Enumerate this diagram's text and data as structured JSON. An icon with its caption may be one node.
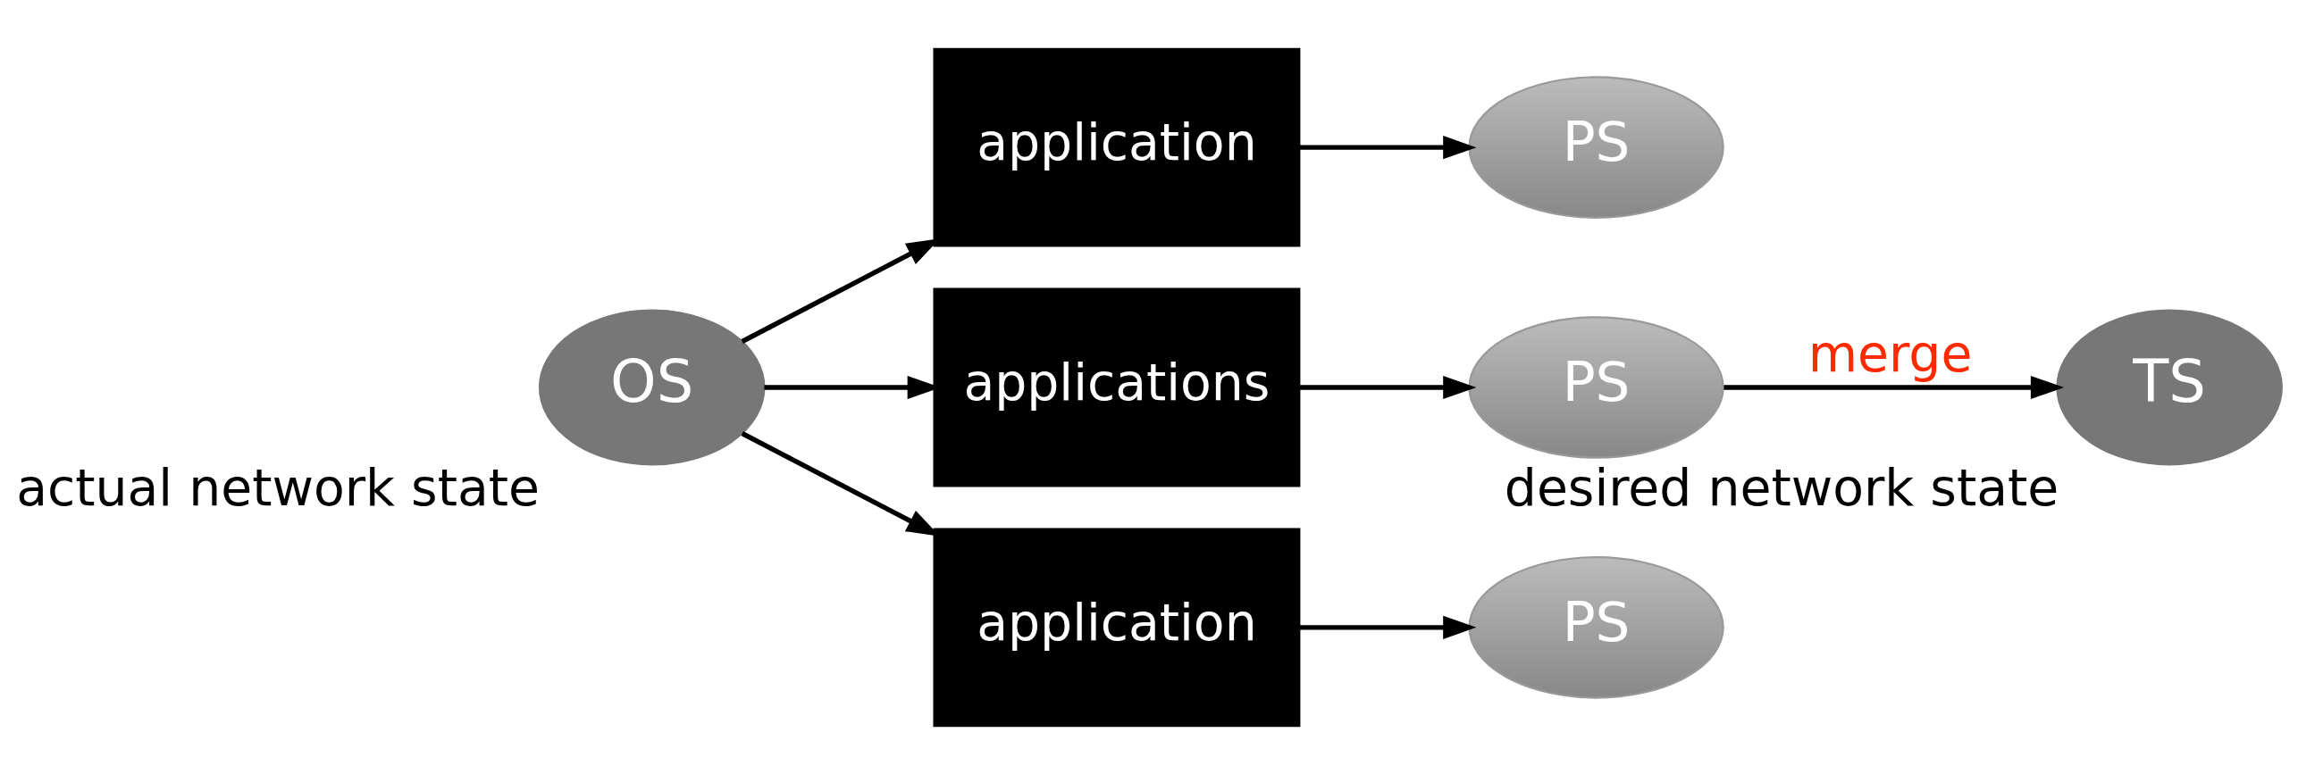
{
  "diagram": {
    "nodes": [
      {
        "text": [
          "OS"
        ],
        "beside": [
          "actual network state"
        ]
      },
      {
        "text": [
          "application"
        ]
      },
      {
        "text": [
          "applications"
        ]
      },
      {
        "text": [
          "application"
        ]
      },
      {
        "text": [
          "PS"
        ]
      },
      {
        "text": [
          "PS"
        ]
      },
      {
        "text": [
          "PS"
        ]
      },
      {
        "text": [
          "TS"
        ],
        "beside": [
          "desired network state"
        ]
      }
    ],
    "edges": [
      {
        "from": 0,
        "to": 1,
        "arrow": "to"
      },
      {
        "from": 0,
        "to": 2,
        "arrow": "to"
      },
      {
        "from": 0,
        "to": 3,
        "arrow": "to"
      },
      {
        "from": 1,
        "to": 4,
        "arrow": "to"
      },
      {
        "from": 2,
        "to": 5,
        "arrow": "to"
      },
      {
        "from": 3,
        "to": 6,
        "arrow": "to"
      },
      {
        "from": 5,
        "to": 7,
        "arrow": "to",
        "label": "merge"
      }
    ]
  }
}
